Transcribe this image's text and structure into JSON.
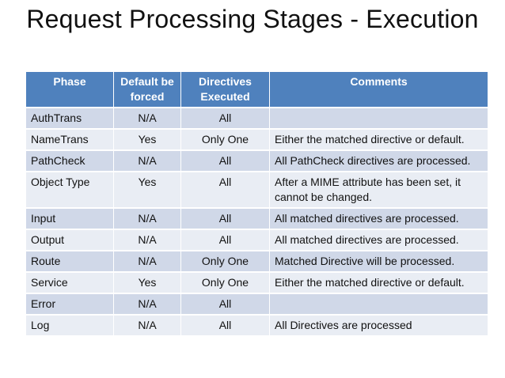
{
  "title": "Request Processing Stages - Execution",
  "table": {
    "headers": [
      "Phase",
      "Default be forced",
      "Directives Executed",
      "Comments"
    ],
    "rows": [
      {
        "phase": "AuthTrans",
        "forced": "N/A",
        "executed": "All",
        "comments": ""
      },
      {
        "phase": "NameTrans",
        "forced": "Yes",
        "executed": "Only One",
        "comments": "Either the matched directive or default."
      },
      {
        "phase": "PathCheck",
        "forced": "N/A",
        "executed": "All",
        "comments": "All PathCheck directives are processed."
      },
      {
        "phase": "Object Type",
        "forced": "Yes",
        "executed": "All",
        "comments": "After a MIME attribute has been set, it cannot be changed."
      },
      {
        "phase": "Input",
        "forced": "N/A",
        "executed": "All",
        "comments": "All matched directives are processed."
      },
      {
        "phase": "Output",
        "forced": "N/A",
        "executed": "All",
        "comments": "All matched directives are processed."
      },
      {
        "phase": "Route",
        "forced": "N/A",
        "executed": "Only One",
        "comments": "Matched Directive will be processed."
      },
      {
        "phase": "Service",
        "forced": "Yes",
        "executed": "Only One",
        "comments": "Either the matched directive or default."
      },
      {
        "phase": "Error",
        "forced": "N/A",
        "executed": "All",
        "comments": ""
      },
      {
        "phase": "Log",
        "forced": "N/A",
        "executed": "All",
        "comments": "All Directives are processed"
      }
    ]
  },
  "colors": {
    "header": "#4f81bd",
    "row_odd": "#d0d8e8",
    "row_even": "#e9edf4"
  }
}
